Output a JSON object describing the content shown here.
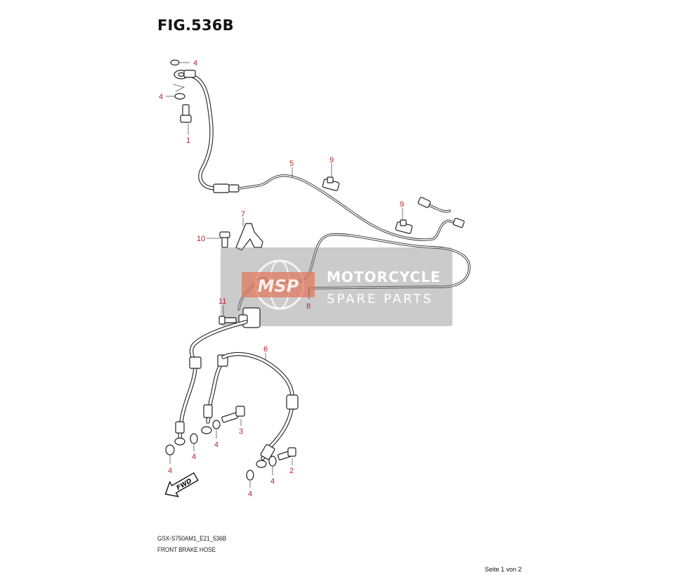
{
  "figure": {
    "title": "FIG.536B",
    "model_code": "GSX-S750AM1_E21_536B",
    "name": "FRONT BRAKE HOSE"
  },
  "watermark": {
    "logo_text": "MSP",
    "line1": "MOTORCYCLE",
    "line2": "SPARE PARTS"
  },
  "direction_label": "FWD",
  "callouts": {
    "c_4_top": "4",
    "c_4_washer": "4",
    "c_1": "1",
    "c_5": "5",
    "c_9_a": "9",
    "c_9_b": "9",
    "c_7": "7",
    "c_10": "10",
    "c_8": "8",
    "c_11": "11",
    "c_6": "6",
    "c_3": "3",
    "c_4_lower_mid": "4",
    "c_4_lower_left_b": "4",
    "c_4_lower_left_a": "4",
    "c_2": "2",
    "c_4_lower_right_b": "4",
    "c_4_lower_right_a": "4"
  },
  "footer": {
    "page": "Seite 1 von 2"
  },
  "colors": {
    "callout": "#b3262e",
    "line": "#2b2b2b",
    "watermark_box": "#8c8c8c",
    "watermark_logo": "#e07a5f"
  }
}
